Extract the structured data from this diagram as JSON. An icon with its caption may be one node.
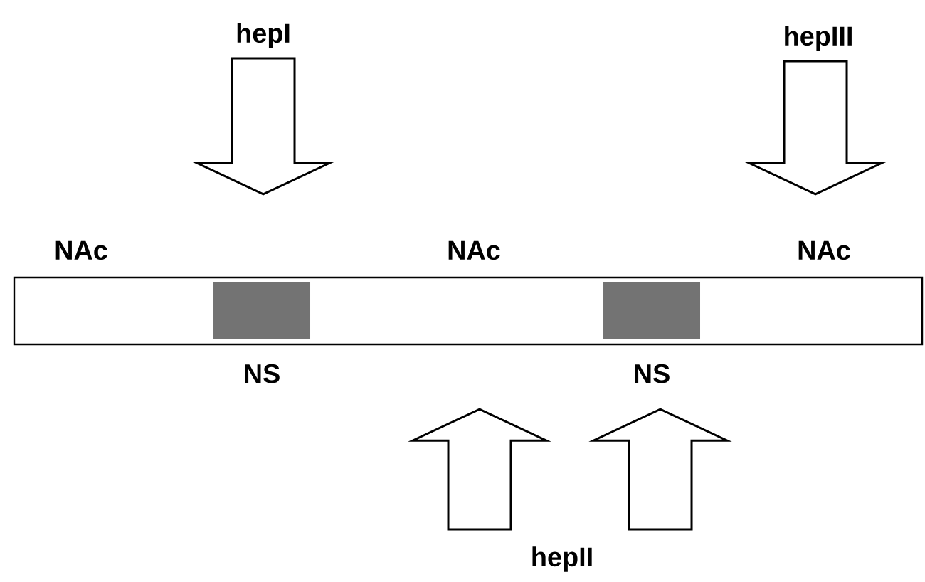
{
  "diagram": {
    "nodes": [
      {
        "text": [
          "hepI"
        ]
      },
      {
        "text": [
          "hepIII"
        ]
      },
      {
        "text": [],
        "shape": "bar"
      },
      {
        "text": [],
        "shape": "box",
        "in": 2,
        "beside": [
          "NS"
        ]
      },
      {
        "text": [],
        "shape": "box",
        "in": 2,
        "beside": [
          "NS"
        ]
      },
      {
        "text": [
          "hepII"
        ]
      }
    ],
    "edges": [
      {
        "from": 0,
        "to": 2,
        "arrow": "to"
      },
      {
        "from": 1,
        "to": 2,
        "arrow": "to"
      },
      {
        "from": 5,
        "to": 2,
        "arrow": "to"
      },
      {
        "from": 5,
        "to": 2,
        "arrow": "to"
      }
    ],
    "labels": [
      "NAc",
      "NAc",
      "NAc"
    ]
  }
}
